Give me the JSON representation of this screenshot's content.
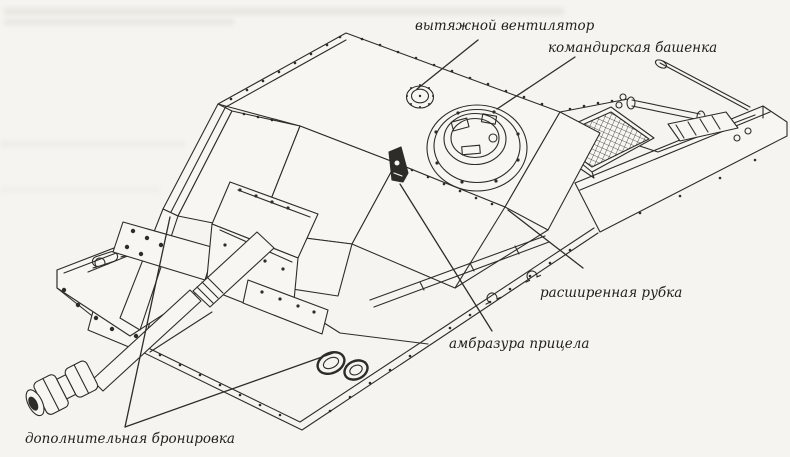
{
  "page": {
    "background": "#f5f4f0",
    "ink": "#2e2c28"
  },
  "figure": {
    "kind": "technical line drawing",
    "subject": "assault gun hull, three-quarter front-left top view",
    "labels": [
      {
        "id": "exhaust-fan",
        "text": "вытяжной вентилятор"
      },
      {
        "id": "commanders-cupola",
        "text": "командирская башенка"
      },
      {
        "id": "extended-casemate",
        "text": "расширенная рубка"
      },
      {
        "id": "sight-embrasure",
        "text": "амбразура прицела"
      },
      {
        "id": "additional-armor",
        "text": "дополнительная бронировка"
      }
    ]
  }
}
